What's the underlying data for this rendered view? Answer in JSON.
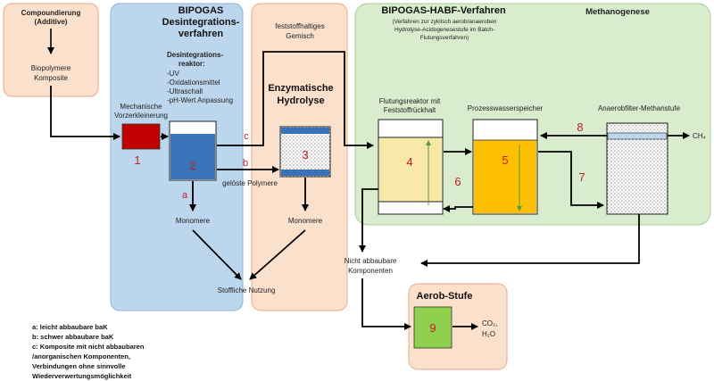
{
  "compounding": {
    "title": [
      "Compoundierung",
      "(Additive)"
    ],
    "output": [
      "Biopolymere",
      "Komposite"
    ]
  },
  "bipogas": {
    "title": [
      "BIPOGAS",
      "Desintegrations-",
      "verfahren"
    ],
    "reactor_title": [
      "Desintegrations-",
      "reaktor:"
    ],
    "reactor_methods": [
      "-UV",
      "-Oxidationsmittel",
      "-Ultraschall",
      "-pH-Wert Anpassung"
    ],
    "pre_shredding": [
      "Mechanische",
      "Vorzerkleinerung"
    ],
    "soluble_polymers": "gelöste Polymere",
    "monomers": "Monomere"
  },
  "hydrolysis": {
    "solids_mix": [
      "feststoffhaltiges",
      "Gemisch"
    ],
    "title": [
      "Enzymatische",
      "Hydrolyse"
    ],
    "monomers": "Monomere"
  },
  "habf": {
    "title": "BIPOGAS-HABF-Verfahren",
    "subtitle": [
      "(Verfahren zur zyklisch aerob/anaeroben",
      "Hydrolyse-Acidogenesestufe im Batch-",
      "Flutungsverfahren)"
    ],
    "methanogenesis": "Methanogenese",
    "flooding_reactor": [
      "Flutungsreaktor mit",
      "Feststoffrückhalt"
    ],
    "process_water_storage": "Prozesswasserspeicher",
    "anaerobic_filter": "Anaerobfilter-Methanstufe",
    "ch4_label": "CH₄"
  },
  "non_degradable": [
    "Nicht abbaubare",
    "Komponenten"
  ],
  "material_use": "Stoffliche Nutzung",
  "aerob": {
    "title": "Aerob-Stufe",
    "products": [
      "CO₂,",
      "H₂O"
    ]
  },
  "step_numbers": [
    "1",
    "2",
    "3",
    "4",
    "5",
    "6",
    "7",
    "8",
    "9"
  ],
  "flow_labels": {
    "a": "a",
    "b": "b",
    "c": "c"
  },
  "legend": [
    "a: leicht abbaubare baK",
    "b: schwer abbaubare baK",
    "c: Komposite mit nicht abbaubaren",
    "/anorganischen Komponenten,",
    "Verbindungen ohne sinnvolle",
    "Wiederverwertungsmöglichkeit"
  ],
  "colors": {
    "peach": "#fbe0cc",
    "blue_panel": "#bcd6ee",
    "green_panel": "#d9ecce",
    "red_block": "#c00000",
    "reactor_blue": "#3a74b8",
    "yellow_light": "#fbe89a",
    "orange_yellow": "#fec000",
    "green_box": "#8fd14f"
  }
}
